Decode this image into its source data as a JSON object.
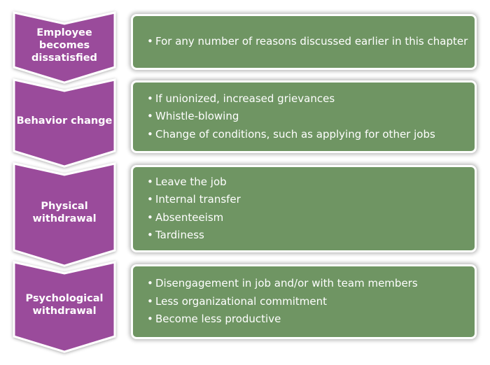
{
  "colors": {
    "chevron": "#9a4b9b",
    "box": "#6f9563"
  },
  "steps": [
    {
      "label": "Employee becomes dissatisfied",
      "items": [
        "For any number of reasons discussed earlier in this chapter"
      ]
    },
    {
      "label": "Behavior change",
      "items": [
        "If unionized, increased grievances",
        "Whistle-blowing",
        "Change of conditions, such as applying for other jobs"
      ]
    },
    {
      "label": "Physical withdrawal",
      "items": [
        "Leave the job",
        "Internal transfer",
        "Absenteeism",
        "Tardiness"
      ]
    },
    {
      "label": "Psychological withdrawal",
      "items": [
        "Disengagement in job and/or with team members",
        "Less organizational commitment",
        "Become less productive"
      ]
    }
  ]
}
